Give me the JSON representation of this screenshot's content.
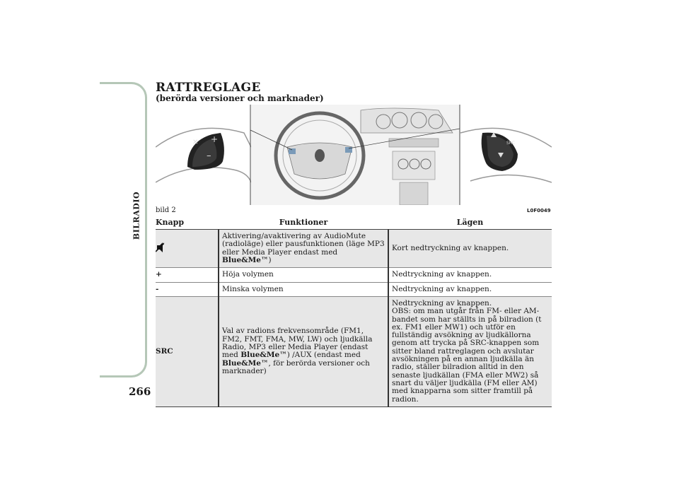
{
  "page": {
    "section_label": "BILRADIO",
    "page_number": "266",
    "title": "RATTREGLAGE",
    "subtitle": "(berörda versioner och marknader)",
    "figure_caption": "bild 2",
    "figure_code": "L0F0049",
    "figure_src_label": "SRC"
  },
  "table": {
    "headers": [
      "Knapp",
      "Funktioner",
      "Lägen"
    ],
    "rows": [
      {
        "button_icon": "mute-icon",
        "function_parts": [
          "Aktivering/avaktivering av AudioMute (radioläge) eller pausfunktionen (läge MP3 eller Media Player endast med ",
          "Blue&Me™",
          ")"
        ],
        "mode": "Kort nedtryckning av knappen."
      },
      {
        "button": "+",
        "function": "Höja volymen",
        "mode": "Nedtryckning av knappen."
      },
      {
        "button": "-",
        "function": "Minska volymen",
        "mode": "Nedtryckning av knappen."
      },
      {
        "button": "SRC",
        "function_parts": [
          "Val av radions frekvensområde (FM1, FM2, FMT, FMA, MW, LW) och ljudkälla Radio, MP3 eller Media Player (endast med ",
          "Blue&Me™",
          ") /AUX (endast med ",
          "Blue&Me™",
          ", för berörda versioner och marknader)"
        ],
        "mode_lines": [
          "Nedtryckning av knappen.",
          "OBS: om man utgår från FM- eller AM-bandet som har ställts in på bilradion (t ex. FM1 eller MW1) och utför en fullständig avsökning av ljudkällorna genom att trycka på SRC-knappen som sitter bland rattreglagen och avslutar avsökningen på en annan ljudkälla än radio, ställer bilradion alltid in den senaste ljudkällan (FMA eller MW2) så snart du väljer ljudkälla (FM eller AM) med knapparna som sitter framtill på radion."
        ]
      }
    ]
  }
}
